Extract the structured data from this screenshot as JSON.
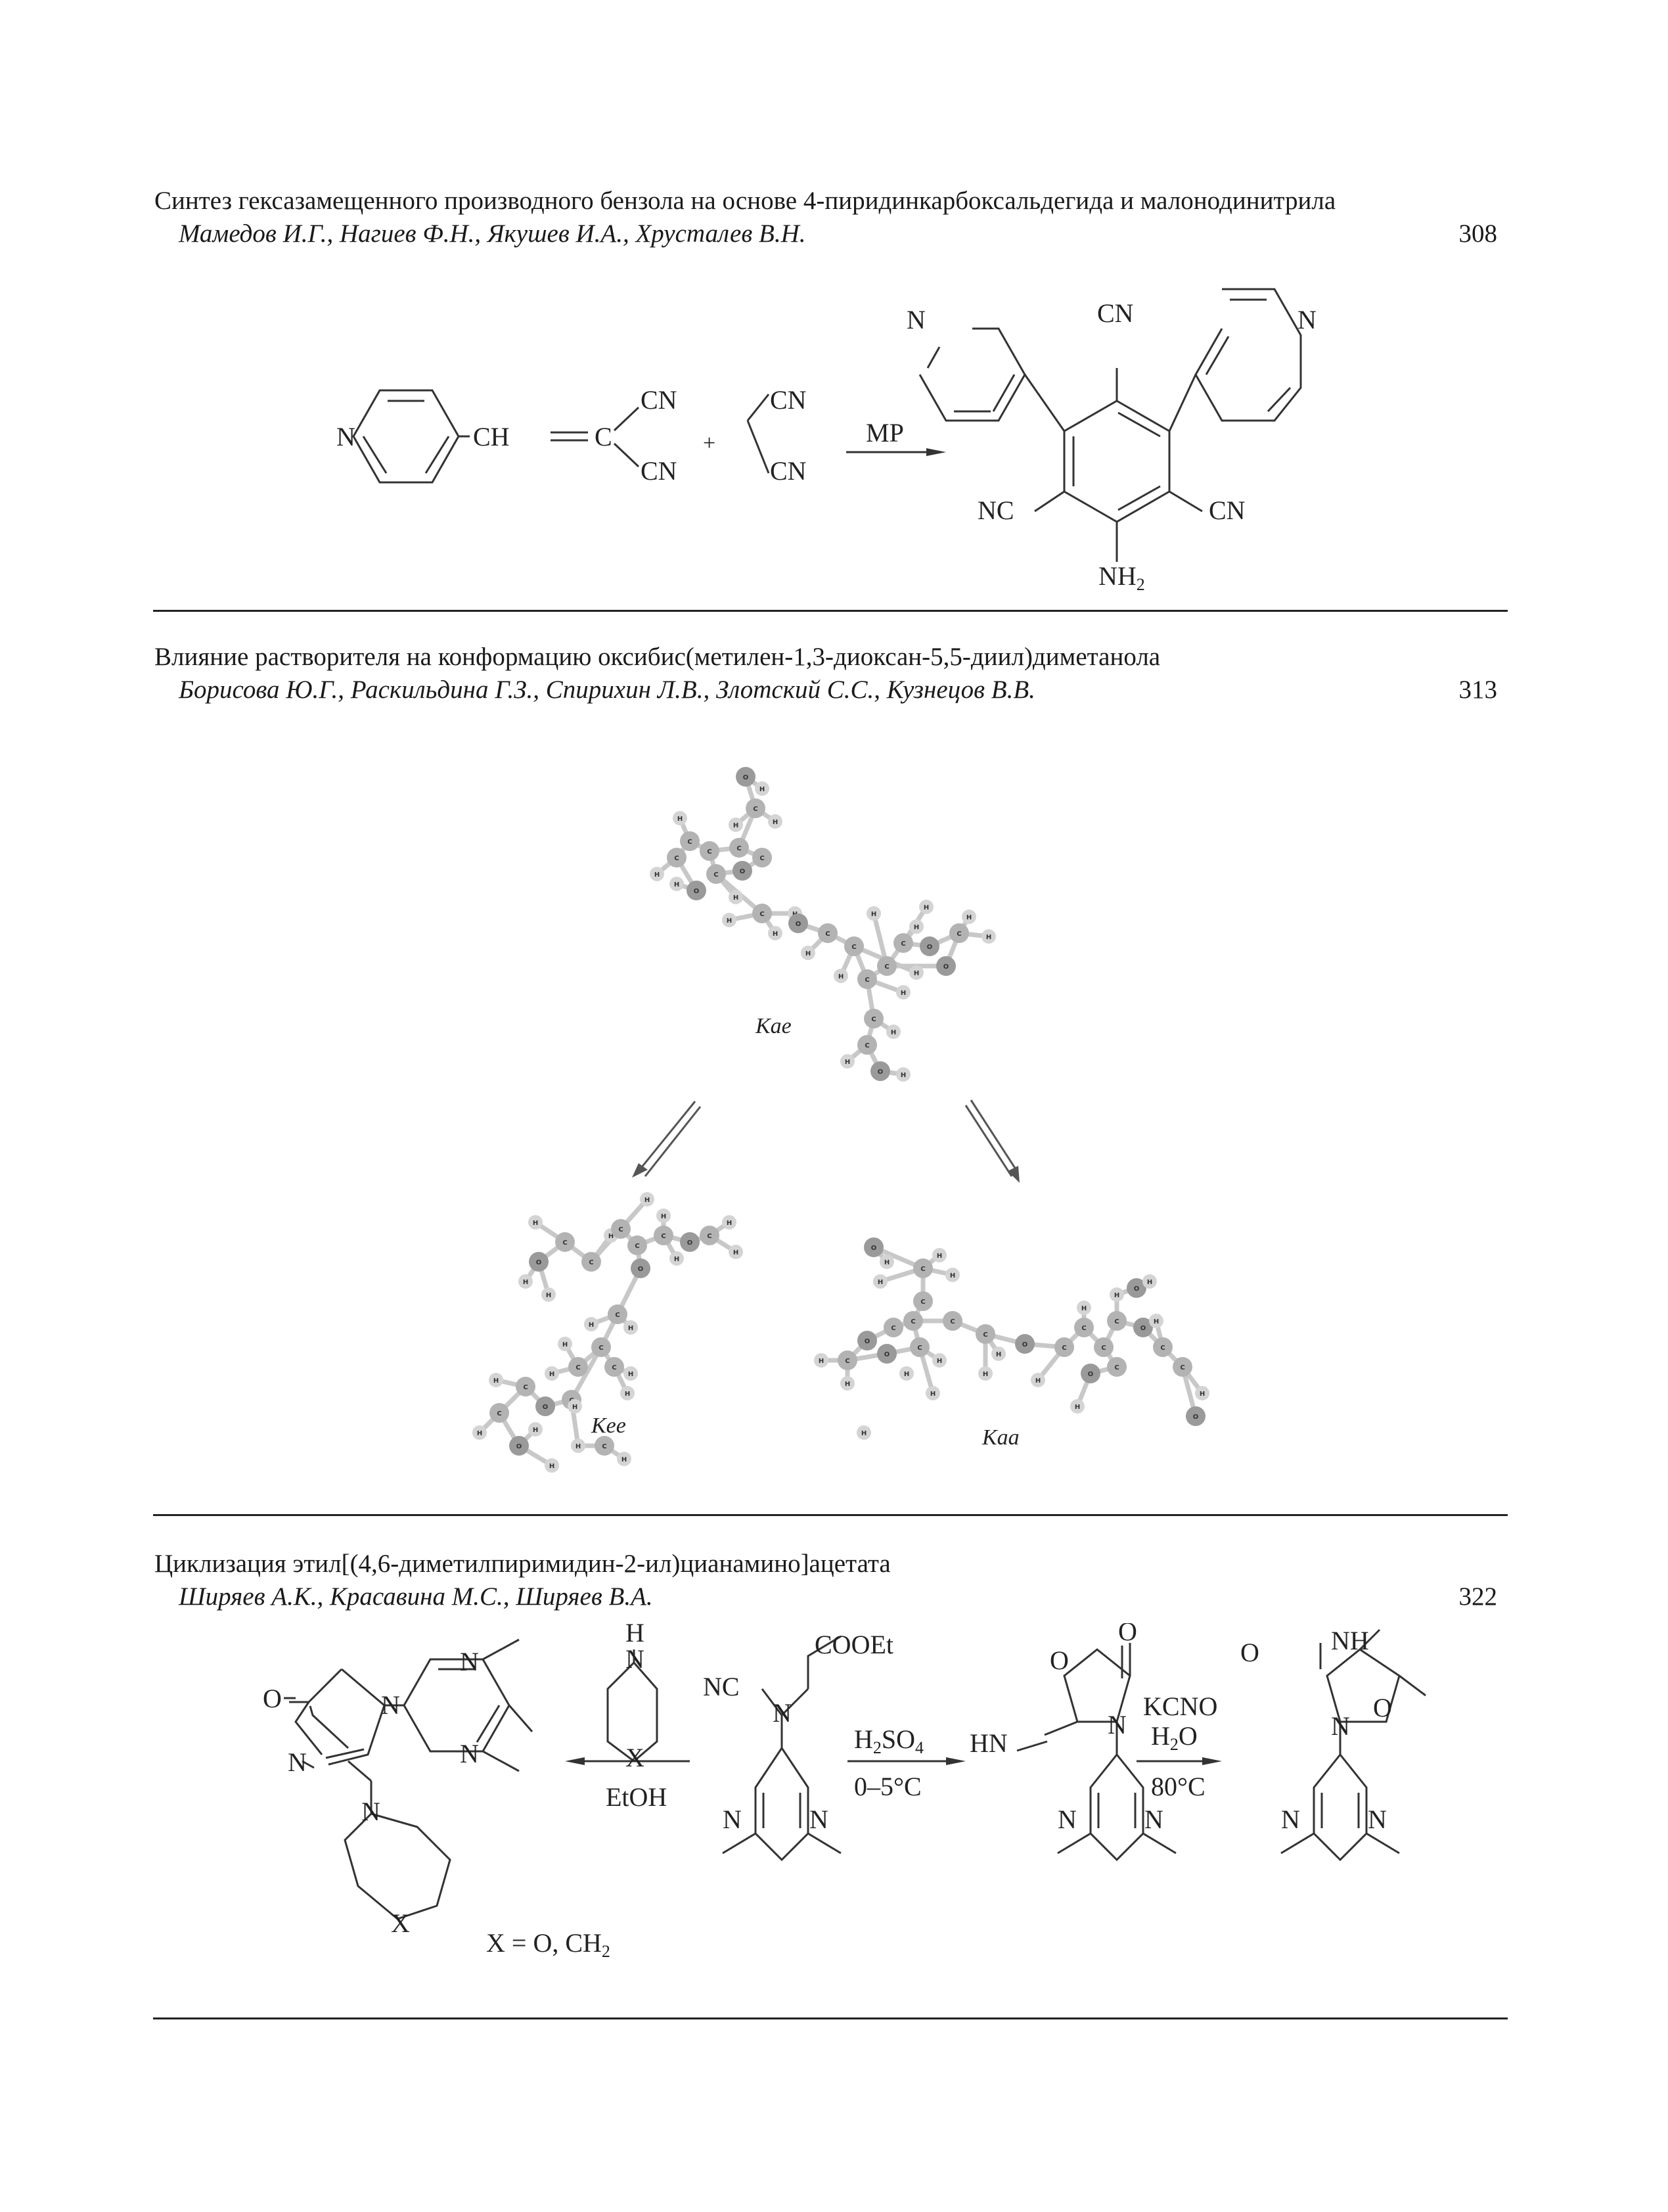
{
  "entries": [
    {
      "title": "Синтез гексазамещенного производного бензола на основе 4-пиридинкарбоксальдегида и малонодинитрила",
      "authors": "Мамедов И.Г., Нагиев Ф.Н., Якушев И.А., Хрусталев В.Н.",
      "page": "308",
      "scheme": {
        "reagent_label": "MP",
        "plus": "+",
        "labels": {
          "n": "N",
          "ch": "CH",
          "c": "C",
          "cn": "CN",
          "nc": "NC",
          "nh": "NH",
          "sub2": "2"
        }
      }
    },
    {
      "title": "Влияние растворителя на конформацию оксибис(метилен-1,3-диоксан-5,5-диил)диметанола",
      "authors": "Борисова Ю.Г., Раскильдина Г.З., Спирихин Л.В., Злотский С.С., Кузнецов В.В.",
      "page": "313",
      "conformers": {
        "kae": "Kae",
        "kee": "Kee",
        "kaa": "Kaa"
      },
      "atom_labels": {
        "c": "C",
        "h": "H",
        "o": "O"
      }
    },
    {
      "title": "Циклизация этил[(4,6-диметилпиримидин-2-ил)цианамино]ацетата",
      "authors": "Ширяев А.К., Красавина М.С., Ширяев В.А.",
      "page": "322",
      "scheme": {
        "left_reagent": "EtOH",
        "acid": "H",
        "acid_sub": "2",
        "acid_tail": "SO",
        "acid_tail_sub": "4",
        "acid_temp": "0–5°C",
        "kcno": "KCNO",
        "water": "H",
        "water_sub": "2",
        "water_tail": "O",
        "kcno_temp": "80°C",
        "x_def": "X = O, CH",
        "x_def_sub": "2",
        "labels": {
          "o": "O",
          "n": "N",
          "h": "H",
          "x": "X",
          "nc": "NC",
          "cooet": "COOEt",
          "hn": "HN",
          "nh": "NH"
        }
      }
    }
  ]
}
